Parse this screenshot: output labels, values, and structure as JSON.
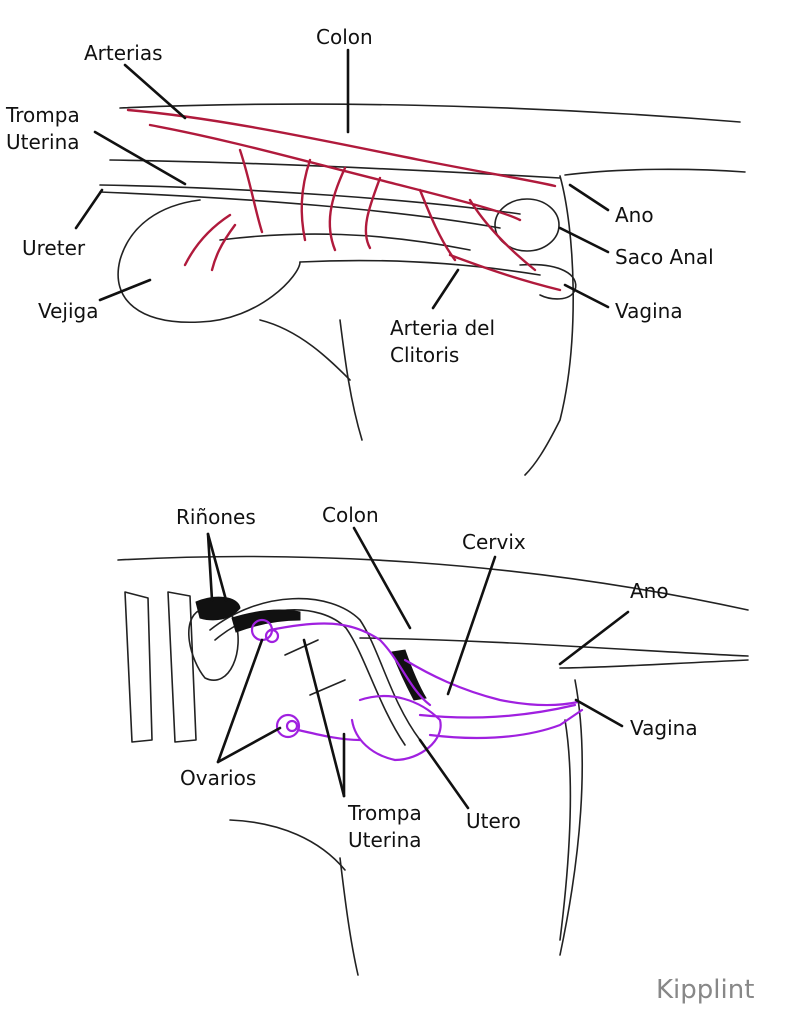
{
  "colors": {
    "outline": "#222222",
    "arteries": "#b01a3c",
    "reproductive": "#a020e0",
    "kidney": "#111111",
    "credit": "#888888"
  },
  "top_diagram": {
    "labels": {
      "colon": "Colon",
      "arterias": "Arterias",
      "trompa_1": "Trompa",
      "trompa_2": "Uterina",
      "ureter": "Ureter",
      "vejiga": "Vejiga",
      "ano": "Ano",
      "saco_anal": "Saco Anal",
      "vagina": "Vagina",
      "arteria_clitoris_1": "Arteria del",
      "arteria_clitoris_2": "Clitoris"
    }
  },
  "bottom_diagram": {
    "labels": {
      "rinones": "Riñones",
      "colon": "Colon",
      "cervix": "Cervix",
      "ano": "Ano",
      "vagina": "Vagina",
      "ovarios": "Ovarios",
      "trompa_1": "Trompa",
      "trompa_2": "Uterina",
      "utero": "Utero"
    }
  },
  "credit": "Kipplint"
}
